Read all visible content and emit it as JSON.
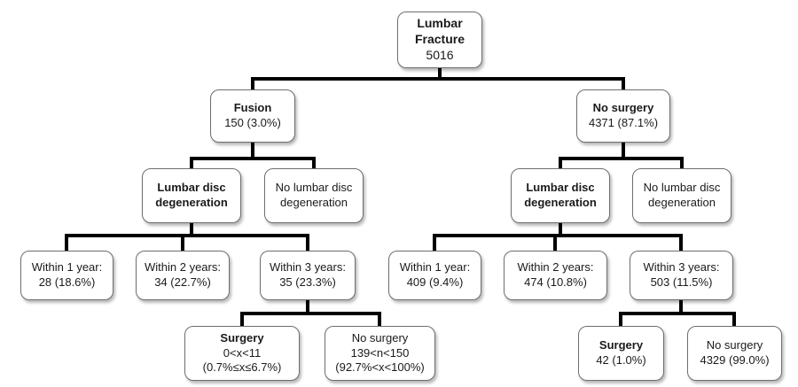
{
  "diagram": {
    "type": "flowchart-tree",
    "description": "Lumbar fracture cohort flow diagram",
    "root": {
      "title": "Lumbar Fracture",
      "value": "5016",
      "children": [
        {
          "id": "fusion",
          "title": "Fusion",
          "value": "150 (3.0%)",
          "children": [
            {
              "id": "fusion-lumbar-disc-degeneration",
              "title": "Lumbar disc degeneration",
              "children": [
                {
                  "id": "fusion-within-1-year",
                  "title": "Within 1 year:",
                  "value": "28 (18.6%)"
                },
                {
                  "id": "fusion-within-2-years",
                  "title": "Within 2 years:",
                  "value": "34 (22.7%)"
                },
                {
                  "id": "fusion-within-3-years",
                  "title": "Within 3 years:",
                  "value": "35 (23.3%)",
                  "children": [
                    {
                      "id": "fusion-surgery",
                      "title": "Surgery",
                      "value": "0<x<11",
                      "value2": "(0.7%≤x≤6.7%)"
                    },
                    {
                      "id": "fusion-no-surgery",
                      "title": "No surgery",
                      "value": "139<n<150",
                      "value2": "(92.7%<x<100%)"
                    }
                  ]
                }
              ]
            },
            {
              "id": "fusion-no-lumbar-disc-degeneration",
              "title": "No lumbar disc degeneration"
            }
          ]
        },
        {
          "id": "no-surgery",
          "title": "No surgery",
          "value": "4371 (87.1%)",
          "children": [
            {
              "id": "nosurgery-lumbar-disc-degeneration",
              "title": "Lumbar disc degeneration",
              "children": [
                {
                  "id": "nosurgery-within-1-year",
                  "title": "Within 1 year:",
                  "value": "409 (9.4%)"
                },
                {
                  "id": "nosurgery-within-2-years",
                  "title": "Within 2 years:",
                  "value": "474 (10.8%)"
                },
                {
                  "id": "nosurgery-within-3-years",
                  "title": "Within 3 years:",
                  "value": "503 (11.5%)",
                  "children": [
                    {
                      "id": "nosurgery-surgery",
                      "title": "Surgery",
                      "value": "42 (1.0%)"
                    },
                    {
                      "id": "nosurgery-no-surgery",
                      "title": "No surgery",
                      "value": "4329 (99.0%)"
                    }
                  ]
                }
              ]
            },
            {
              "id": "nosurgery-no-lumbar-disc-degeneration",
              "title": "No lumbar disc degeneration"
            }
          ]
        }
      ]
    }
  }
}
